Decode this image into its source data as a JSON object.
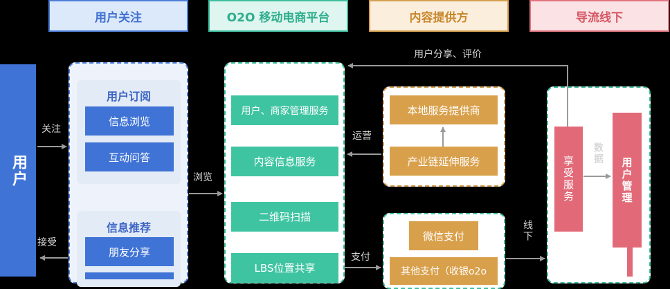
{
  "headers": {
    "user_focus": "用户关注",
    "o2o": "O2O 移动电商平台",
    "content_provider": "内容提供方",
    "offline": "导流线下"
  },
  "user": "用户",
  "subscribe": {
    "title": "用户订阅",
    "items": [
      "信息浏览",
      "互动问答"
    ]
  },
  "recommend": {
    "title": "信息推荐",
    "items": [
      "朋友分享"
    ]
  },
  "platform": {
    "items": [
      "用户、商家管理服务",
      "内容信息服务",
      "二维码扫描",
      "LBS位置共享"
    ]
  },
  "provider": {
    "local": "本地服务提供商",
    "chain": "产业链延伸服务"
  },
  "payment": {
    "wechat": "微信支付",
    "other": "其他支付（收银o2o"
  },
  "offline_box": {
    "enjoy": "享受服务",
    "manage": "用户管理"
  },
  "labels": {
    "follow": "关注",
    "accept": "接受",
    "browse": "浏览",
    "operate": "运营",
    "pay": "支付",
    "offline": "线下",
    "data": "数据",
    "share_review": "用户分享、评价"
  }
}
